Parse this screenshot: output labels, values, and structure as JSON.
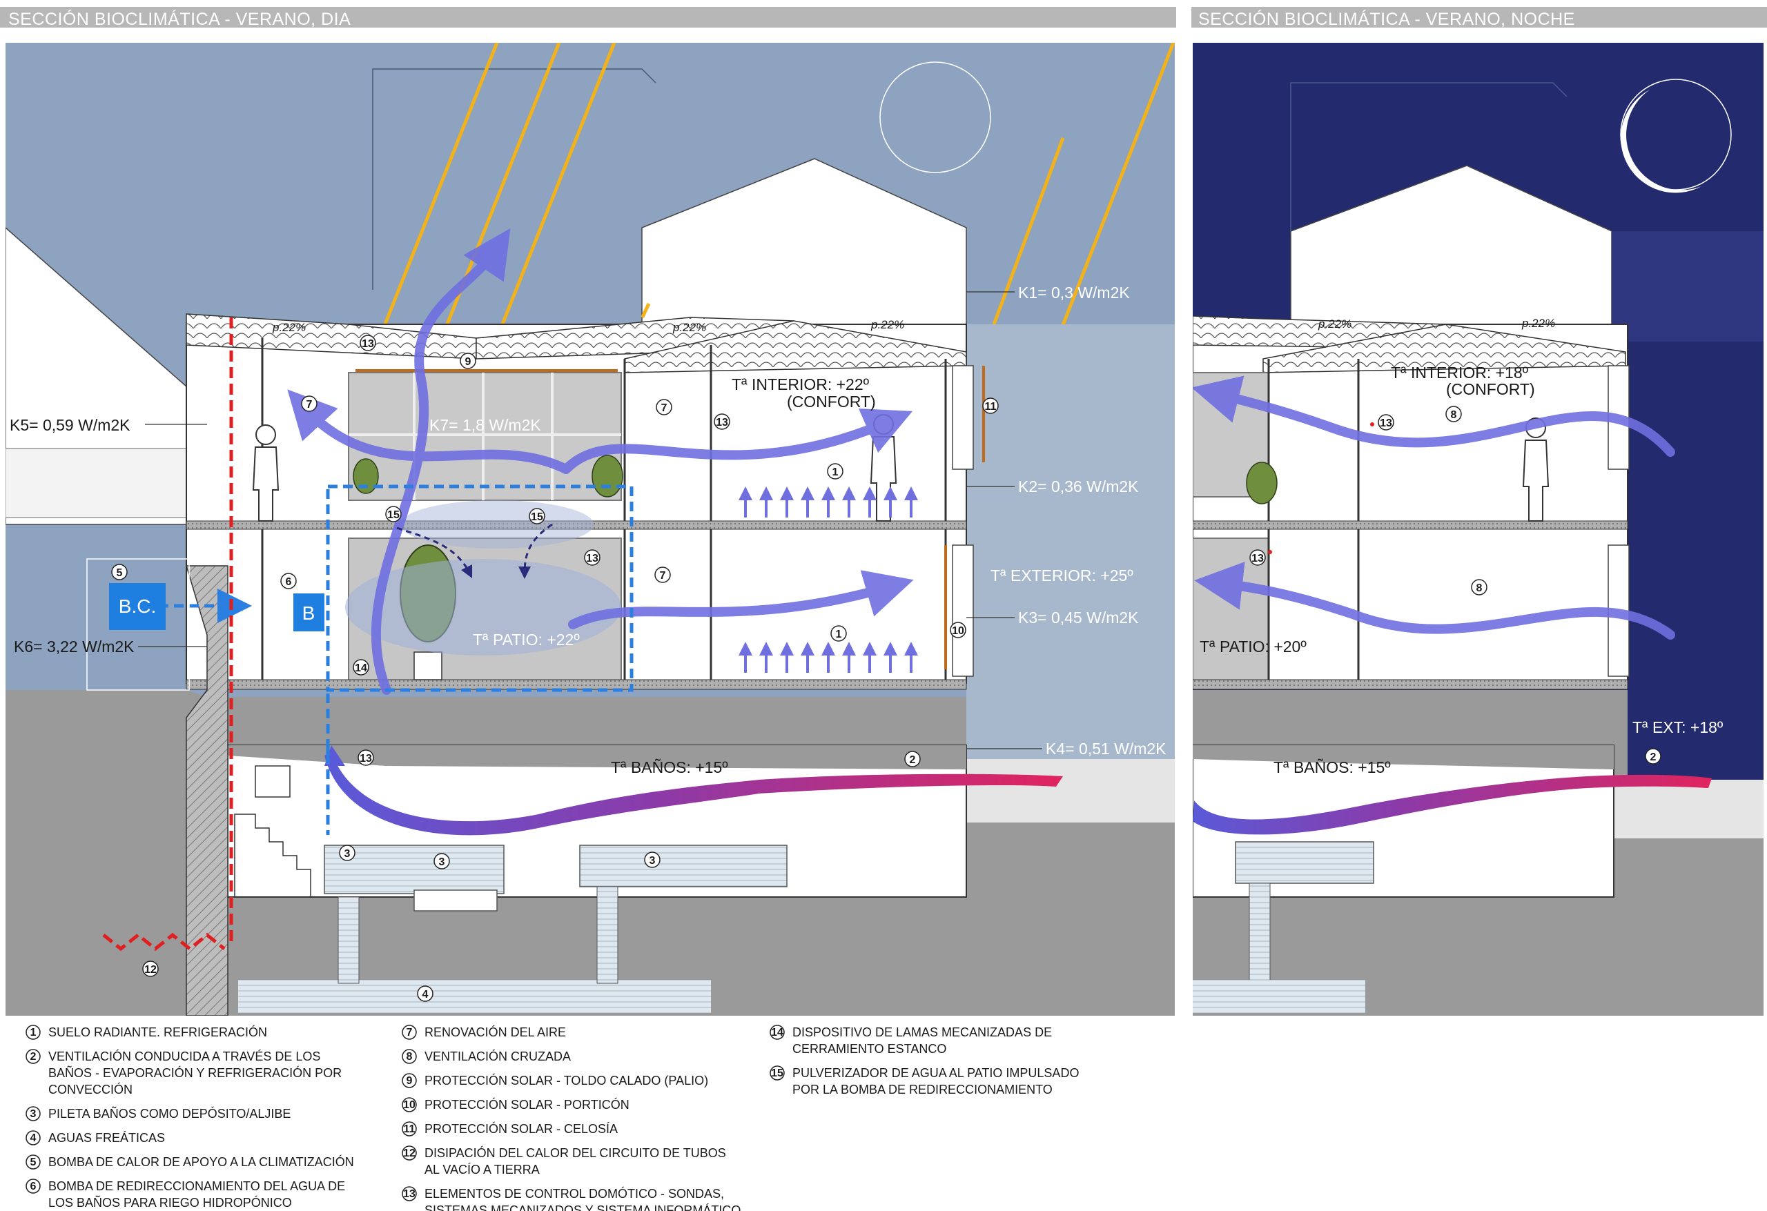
{
  "panels": {
    "day": {
      "title": "SECCIÓN BIOCLIMÁTICA - VERANO, DIA"
    },
    "night": {
      "title": "SECCIÓN BIOCLIMÁTICA - VERANO, NOCHE"
    }
  },
  "day_labels": {
    "k1": "K1= 0,3 W/m2K",
    "k2": "K2= 0,36 W/m2K",
    "k3": "K3= 0,45 W/m2K",
    "k4": "K4= 0,51 W/m2K",
    "k5": "K5= 0,59 W/m2K",
    "k6": "K6= 3,22 W/m2K",
    "k7": "K7= 1,8 W/m2K",
    "t_interior": "Tª INTERIOR: +22º",
    "confort": "(CONFORT)",
    "t_exterior": "Tª EXTERIOR: +25º",
    "t_patio": "Tª PATIO: +22º",
    "t_banos": "Tª BAÑOS: +15º",
    "pitch_1": "p.22%",
    "pitch_2": "p.22%",
    "pitch_3": "p.22%",
    "bc": "B.C.",
    "b": "B"
  },
  "night_labels": {
    "t_interior": "Tª INTERIOR: +18º",
    "confort": "(CONFORT)",
    "t_patio": "Tª PATIO: +20º",
    "t_banos": "Tª BAÑOS: +15º",
    "t_ext": "Tª EXT: +18º",
    "pitch_1": "p.22%",
    "pitch_2": "p.22%"
  },
  "markers": {
    "m1": "1",
    "m2": "2",
    "m3": "3",
    "m4": "4",
    "m5": "5",
    "m6": "6",
    "m7": "7",
    "m8": "8",
    "m9": "9",
    "m10": "10",
    "m11": "11",
    "m12": "12",
    "m13": "13",
    "m14": "14",
    "m15": "15"
  },
  "legend": [
    {
      "num": "1",
      "lines": [
        "SUELO RADIANTE. REFRIGERACIÓN"
      ]
    },
    {
      "num": "2",
      "lines": [
        "VENTILACIÓN CONDUCIDA A TRAVÉS DE LOS",
        "BAÑOS - EVAPORACIÓN Y REFRIGERACIÓN POR",
        "CONVECCIÓN"
      ]
    },
    {
      "num": "3",
      "lines": [
        "PILETA BAÑOS COMO DEPÓSITO/ALJIBE"
      ]
    },
    {
      "num": "4",
      "lines": [
        "AGUAS FREÁTICAS"
      ]
    },
    {
      "num": "5",
      "lines": [
        "BOMBA DE CALOR DE APOYO A LA CLIMATIZACIÓN"
      ]
    },
    {
      "num": "6",
      "lines": [
        "BOMBA DE REDIRECCIONAMIENTO DEL AGUA DE",
        "LOS BAÑOS PARA RIEGO HIDROPÓNICO"
      ]
    },
    {
      "num": "7",
      "lines": [
        "RENOVACIÓN DEL AIRE"
      ]
    },
    {
      "num": "8",
      "lines": [
        "VENTILACIÓN CRUZADA"
      ]
    },
    {
      "num": "9",
      "lines": [
        "PROTECCIÓN SOLAR - TOLDO CALADO (PALIO)"
      ]
    },
    {
      "num": "10",
      "lines": [
        "PROTECCIÓN SOLAR - PORTICÓN"
      ]
    },
    {
      "num": "11",
      "lines": [
        "PROTECCIÓN SOLAR - CELOSÍA"
      ]
    },
    {
      "num": "12",
      "lines": [
        "DISIPACIÓN DEL CALOR DEL CIRCUITO DE TUBOS",
        "AL VACÍO A TIERRA"
      ]
    },
    {
      "num": "13",
      "lines": [
        "ELEMENTOS DE CONTROL DOMÓTICO - SONDAS,",
        "SISTEMAS MECANIZADOS Y SISTEMA INFORMÁTICO."
      ]
    },
    {
      "num": "14",
      "lines": [
        "DISPOSITIVO DE LAMAS MECANIZADAS DE",
        "CERRAMIENTO ESTANCO"
      ]
    },
    {
      "num": "15",
      "lines": [
        "PULVERIZADOR DE AGUA AL PATIO IMPULSADO",
        "POR LA BOMBA DE REDIRECCIONAMIENTO"
      ]
    }
  ],
  "colors": {
    "day_sky": "#8da3bf",
    "night_sky": "#232a6e",
    "ground": "#9a9a9a",
    "title_bar": "#b7b7b7",
    "sun_ray": "#f2b21c",
    "air_flow": "#6f6fe0",
    "warm_flow": "#e0245e",
    "control_dash": "#2a7fe0",
    "dissipation": "#e02020"
  }
}
